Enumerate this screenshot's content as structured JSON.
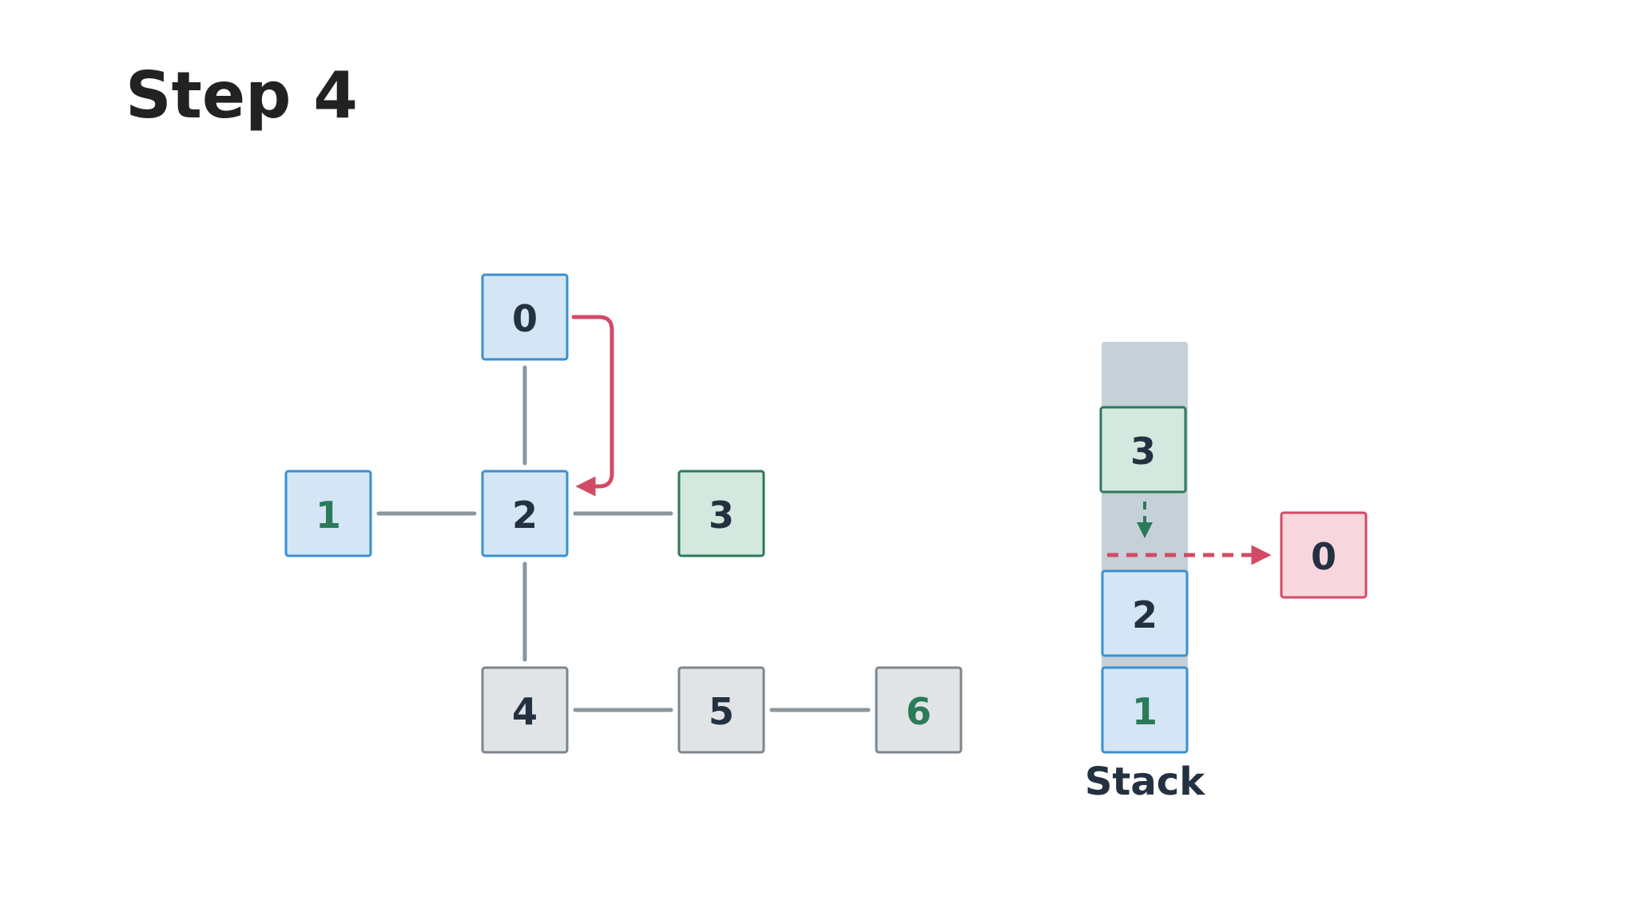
{
  "title": "Step 4",
  "colors": {
    "visited_fill": "#d4e6f6",
    "visited_stroke": "#3b8fd0",
    "current_fill": "#d3e8de",
    "current_stroke": "#2b7a5a",
    "unvisited_fill": "#e1e4e6",
    "unvisited_stroke": "#7d868c",
    "popped_fill": "#f8d6de",
    "popped_stroke": "#d24a64",
    "edge": "#8a969e",
    "red_arrow": "#d24a64",
    "green_arrow": "#2b7a5a",
    "stack_column": "#c6d0d8",
    "label_dark": "#243140",
    "label_green": "#2b7a5a"
  },
  "graph": {
    "nodes": [
      {
        "id": "0",
        "label": "0",
        "state": "visited"
      },
      {
        "id": "1",
        "label": "1",
        "state": "visited",
        "label_color": "green"
      },
      {
        "id": "2",
        "label": "2",
        "state": "visited"
      },
      {
        "id": "3",
        "label": "3",
        "state": "current"
      },
      {
        "id": "4",
        "label": "4",
        "state": "unvisited"
      },
      {
        "id": "5",
        "label": "5",
        "state": "unvisited"
      },
      {
        "id": "6",
        "label": "6",
        "state": "unvisited",
        "label_color": "green"
      }
    ],
    "edges": [
      {
        "from": "0",
        "to": "2"
      },
      {
        "from": "1",
        "to": "2"
      },
      {
        "from": "2",
        "to": "3"
      },
      {
        "from": "2",
        "to": "4"
      },
      {
        "from": "4",
        "to": "5"
      },
      {
        "from": "5",
        "to": "6"
      }
    ],
    "backtrack_arrow": {
      "from": "0",
      "to": "2"
    }
  },
  "stack": {
    "caption": "Stack",
    "items": [
      {
        "label": "3",
        "state": "current"
      },
      {
        "label": "2",
        "state": "visited"
      },
      {
        "label": "1",
        "state": "visited",
        "label_color": "green"
      }
    ],
    "popped": {
      "label": "0"
    }
  }
}
